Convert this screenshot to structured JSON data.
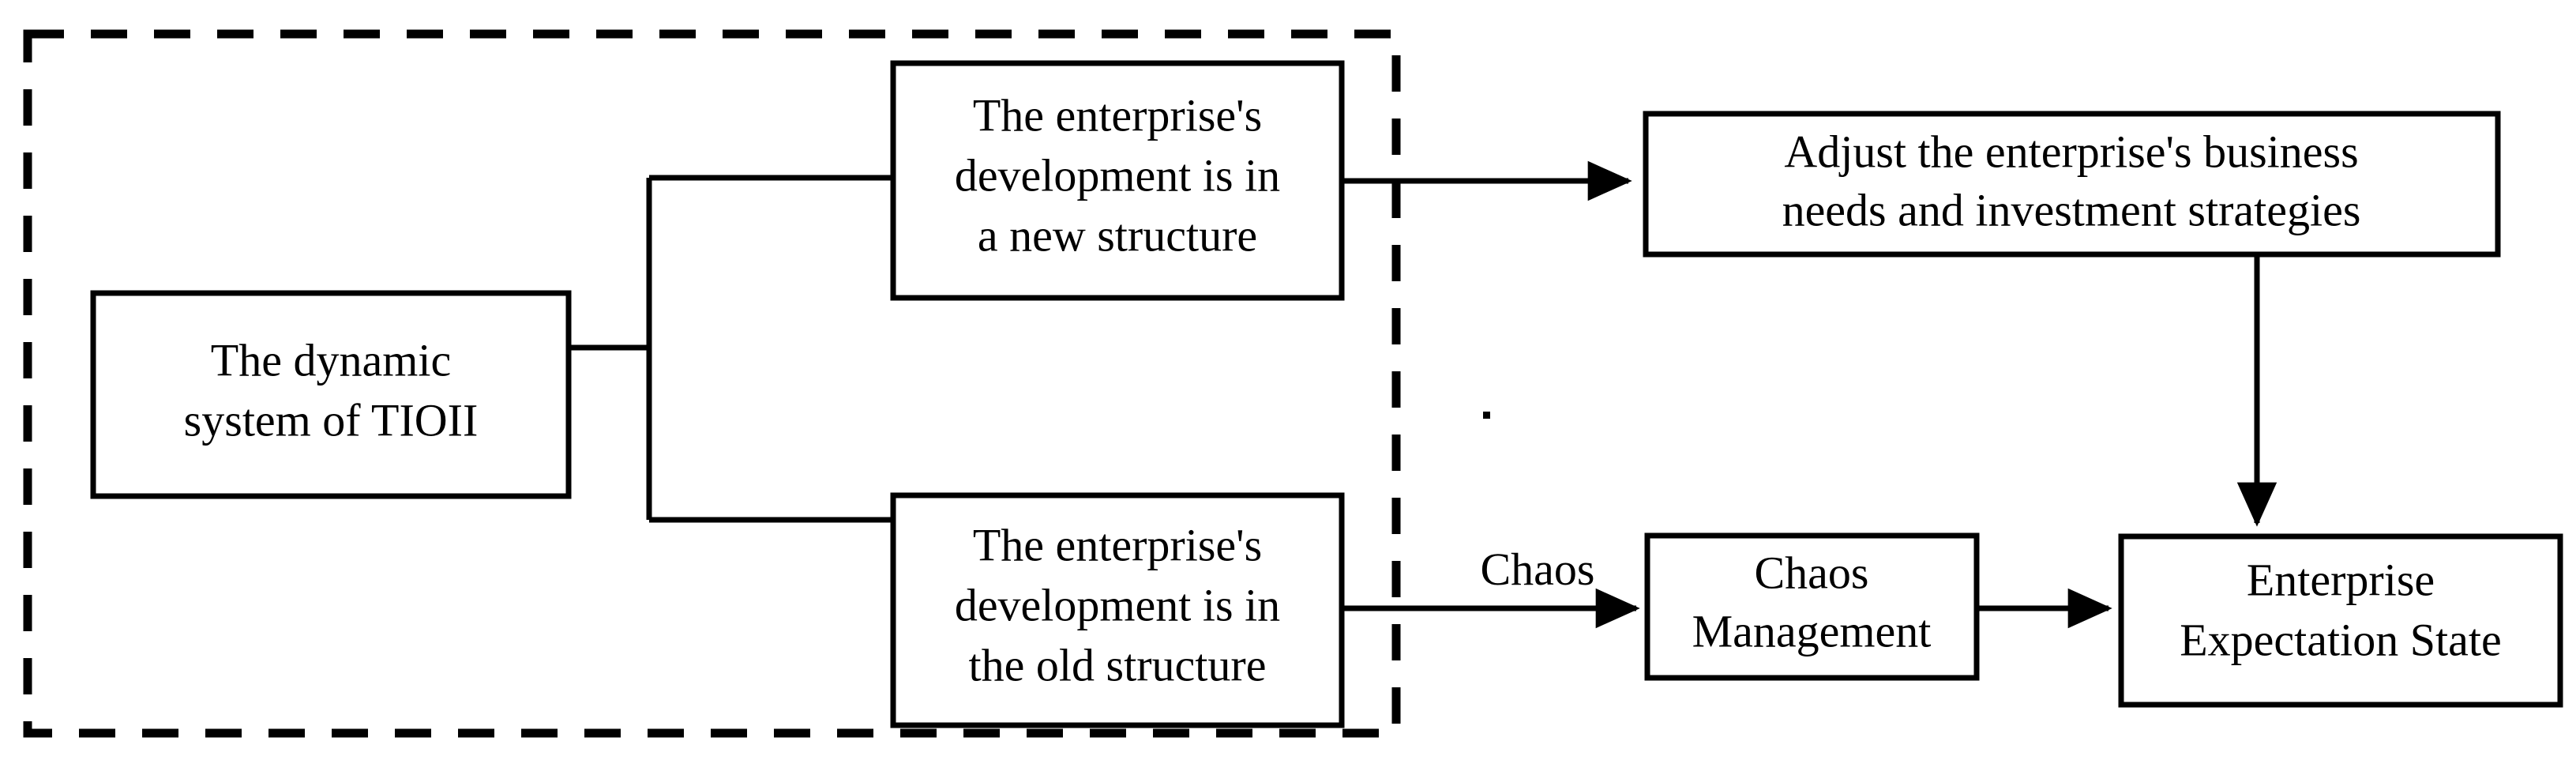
{
  "diagram": {
    "title_text_present": false,
    "colors": {
      "stroke": "#000000",
      "fill": "#ffffff",
      "text": "#000000"
    },
    "group_box": {
      "style": "dashed",
      "label": ""
    },
    "nodes": [
      {
        "id": "tioii",
        "lines": [
          "The dynamic",
          "system of TIOII"
        ],
        "line1": "The dynamic",
        "line2": "system of TIOII",
        "line3": ""
      },
      {
        "id": "new-structure",
        "lines": [
          "The enterprise's",
          "development is in",
          "a new structure"
        ],
        "line1": "The enterprise's",
        "line2": "development is in",
        "line3": "a new structure"
      },
      {
        "id": "old-structure",
        "lines": [
          "The enterprise's",
          "development is in",
          "the old structure"
        ],
        "line1": "The enterprise's",
        "line2": "development is in",
        "line3": "the old structure"
      },
      {
        "id": "adjust-strategies",
        "lines": [
          "Adjust the enterprise's business",
          "needs and investment strategies"
        ],
        "line1": "Adjust the enterprise's business",
        "line2": "needs and investment strategies",
        "line3": ""
      },
      {
        "id": "chaos-management",
        "lines": [
          "Chaos",
          "Management"
        ],
        "line1": "Chaos",
        "line2": "Management",
        "line3": ""
      },
      {
        "id": "enterprise-expectation-state",
        "lines": [
          "Enterprise",
          "Expectation State"
        ],
        "line1": "Enterprise",
        "line2": "Expectation State",
        "line3": ""
      }
    ],
    "edges": [
      {
        "id": "tioii-split",
        "from": "tioii",
        "to": [
          "new-structure",
          "old-structure"
        ],
        "label": "",
        "arrowhead": false
      },
      {
        "id": "new-to-adjust",
        "from": "new-structure",
        "to": "adjust-strategies",
        "label": "",
        "arrowhead": true
      },
      {
        "id": "old-to-chaos-management",
        "from": "old-structure",
        "to": "chaos-management",
        "label": "Chaos",
        "arrowhead": true
      },
      {
        "id": "chaos-management-to-expectation",
        "from": "chaos-management",
        "to": "enterprise-expectation-state",
        "label": "",
        "arrowhead": true
      },
      {
        "id": "adjust-to-expectation",
        "from": "adjust-strategies",
        "to": "enterprise-expectation-state",
        "label": "",
        "arrowhead": true
      }
    ]
  }
}
